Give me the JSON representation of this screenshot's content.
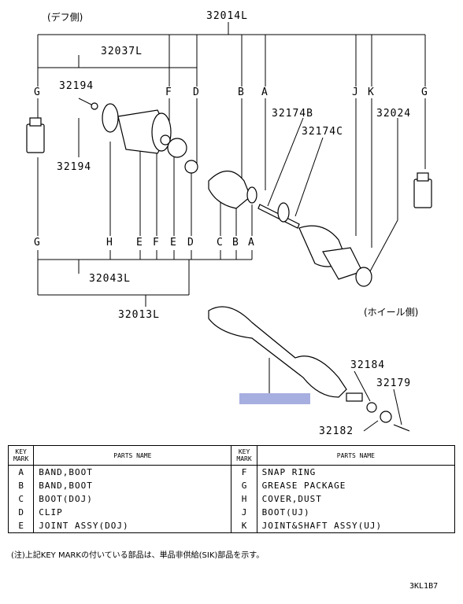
{
  "labels": {
    "diff_side": "(デフ側)",
    "wheel_side": "(ホイール側)",
    "p32014L": "32014L",
    "p32037L": "32037L",
    "p32194_a": "32194",
    "p32194_b": "32194",
    "p32174B": "32174B",
    "p32174C": "32174C",
    "p32024": "32024",
    "p32043L": "32043L",
    "p32013L": "32013L",
    "p32184": "32184",
    "p32179": "32179",
    "p32182": "32182"
  },
  "top_keys": [
    "G",
    "F",
    "D",
    "B",
    "A",
    "J",
    "K",
    "G"
  ],
  "bottom_keys": [
    "G",
    "H",
    "E",
    "F",
    "E",
    "D",
    "C",
    "B",
    "A"
  ],
  "table": {
    "head": {
      "key_mark": "KEY MARK",
      "parts_name": "PARTS NAME"
    },
    "left": [
      {
        "key": "A",
        "name": "BAND,BOOT"
      },
      {
        "key": "B",
        "name": "BAND,BOOT"
      },
      {
        "key": "C",
        "name": "BOOT(DOJ)"
      },
      {
        "key": "D",
        "name": "CLIP"
      },
      {
        "key": "E",
        "name": "JOINT ASSY(DOJ)"
      }
    ],
    "right": [
      {
        "key": "F",
        "name": "SNAP RING"
      },
      {
        "key": "G",
        "name": "GREASE PACKAGE"
      },
      {
        "key": "H",
        "name": "COVER,DUST"
      },
      {
        "key": "J",
        "name": "BOOT(UJ)"
      },
      {
        "key": "K",
        "name": "JOINT&SHAFT ASSY(UJ)"
      }
    ]
  },
  "note": "(注)上記KEY MARKの付いている部品は、単品非供給(SIK)部品を示す。",
  "diagram_code": "3KL1B7"
}
